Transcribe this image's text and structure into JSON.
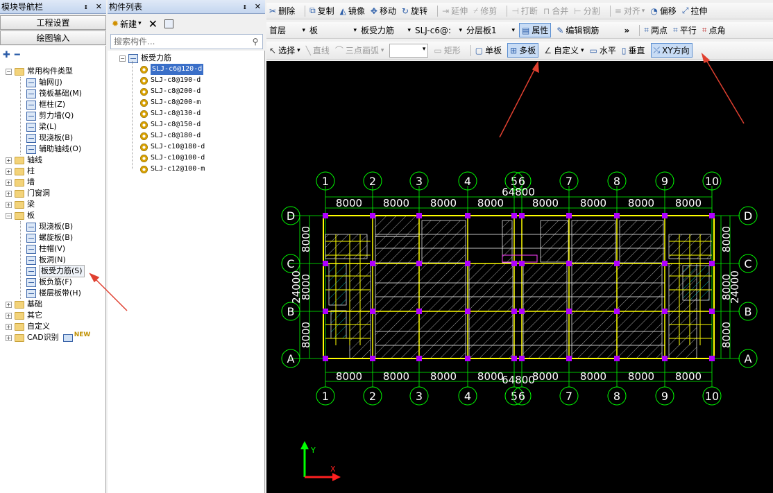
{
  "nav": {
    "title": "模块导航栏",
    "pin": "ᵻ",
    "close": "✕",
    "btn_project": "工程设置",
    "btn_draw": "绘图输入",
    "expand": "✚",
    "collapse": "━",
    "tree": [
      {
        "label": "常用构件类型",
        "level": 0,
        "type": "folder",
        "open": true
      },
      {
        "label": "轴网(J)",
        "level": 1,
        "type": "item"
      },
      {
        "label": "筏板基础(M)",
        "level": 1,
        "type": "item"
      },
      {
        "label": "框柱(Z)",
        "level": 1,
        "type": "item"
      },
      {
        "label": "剪力墙(Q)",
        "level": 1,
        "type": "item"
      },
      {
        "label": "梁(L)",
        "level": 1,
        "type": "item"
      },
      {
        "label": "现浇板(B)",
        "level": 1,
        "type": "item"
      },
      {
        "label": "辅助轴线(O)",
        "level": 1,
        "type": "item"
      },
      {
        "label": "轴线",
        "level": 0,
        "type": "folder",
        "open": false
      },
      {
        "label": "柱",
        "level": 0,
        "type": "folder",
        "open": false
      },
      {
        "label": "墙",
        "level": 0,
        "type": "folder",
        "open": false
      },
      {
        "label": "门窗洞",
        "level": 0,
        "type": "folder",
        "open": false
      },
      {
        "label": "梁",
        "level": 0,
        "type": "folder",
        "open": false
      },
      {
        "label": "板",
        "level": 0,
        "type": "folder",
        "open": true
      },
      {
        "label": "现浇板(B)",
        "level": 1,
        "type": "item"
      },
      {
        "label": "螺旋板(B)",
        "level": 1,
        "type": "item"
      },
      {
        "label": "柱帽(V)",
        "level": 1,
        "type": "item"
      },
      {
        "label": "板洞(N)",
        "level": 1,
        "type": "item"
      },
      {
        "label": "板受力筋(S)",
        "level": 1,
        "type": "item",
        "selected": true
      },
      {
        "label": "板负筋(F)",
        "level": 1,
        "type": "item"
      },
      {
        "label": "楼层板带(H)",
        "level": 1,
        "type": "item"
      },
      {
        "label": "基础",
        "level": 0,
        "type": "folder",
        "open": false
      },
      {
        "label": "其它",
        "level": 0,
        "type": "folder",
        "open": false
      },
      {
        "label": "自定义",
        "level": 0,
        "type": "folder",
        "open": false
      },
      {
        "label": "CAD识别",
        "level": 0,
        "type": "folder",
        "open": false,
        "badge": "NEW"
      }
    ]
  },
  "comp": {
    "title": "构件列表",
    "new_label": "新建",
    "delete_label": "✕",
    "search_placeholder": "搜索构件...",
    "root": "板受力筋",
    "items": [
      "SLJ-c6@120-d",
      "SLJ-c8@190-d",
      "SLJ-c8@200-d",
      "SLJ-c8@200-m",
      "SLJ-c8@130-d",
      "SLJ-c8@150-d",
      "SLJ-c8@180-d",
      "SLJ-c10@180-d",
      "SLJ-c10@100-d",
      "SLJ-c12@100-m"
    ],
    "selected_index": 0
  },
  "toolbar1": [
    "删除",
    "复制",
    "镜像",
    "移动",
    "旋转",
    "延伸",
    "修剪",
    "打断",
    "合并",
    "分割",
    "对齐",
    "偏移",
    "拉伸"
  ],
  "toolbar1_disabled": [
    5,
    6,
    7,
    8,
    9,
    10
  ],
  "toolbar2": {
    "floor": "首层",
    "type": "板",
    "comp": "板受力筋",
    "spec": "SLJ-c6@:",
    "layer": "分层板1",
    "attr": "属性",
    "edit": "编辑钢筋",
    "more": "»",
    "two_point": "两点",
    "parallel": "平行",
    "point_angle": "点角"
  },
  "toolbar3": {
    "select": "选择",
    "line": "直线",
    "arc": "三点画弧",
    "rect": "矩形",
    "single": "单板",
    "multi": "多板",
    "custom": "自定义",
    "horizontal": "水平",
    "vertical": "垂直",
    "xy": "XY方向"
  },
  "cad": {
    "axes_top": [
      "1",
      "2",
      "3",
      "4",
      "5",
      "6",
      "7",
      "8",
      "9",
      "10"
    ],
    "axes_side": [
      "D",
      "C",
      "B",
      "A"
    ],
    "dim_span": "8000",
    "dim_total": "64800",
    "dim_side": "8000",
    "dim_side_total": "24000",
    "ucs_x": "X",
    "ucs_y": "Y"
  },
  "colors": {
    "grid": "#00ff00",
    "beam": "#ffff00",
    "hatch": "#ffffff",
    "column": "#b000ff",
    "arrow": "#e04030"
  }
}
